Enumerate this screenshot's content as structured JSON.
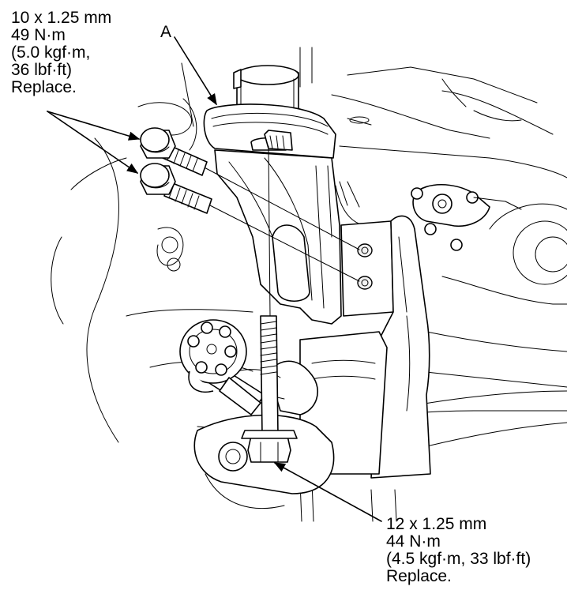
{
  "callouts": {
    "upper_bolts": {
      "lines": [
        "10 x 1.25 mm",
        "49 N·m",
        "(5.0 kgf·m,",
        "36 lbf·ft)",
        "Replace."
      ]
    },
    "part_a": {
      "label": "A"
    },
    "lower_bolt": {
      "lines": [
        "12 x 1.25 mm",
        "44 N·m",
        "(4.5 kgf·m, 33 lbf·ft)",
        "Replace."
      ]
    }
  },
  "icons": {
    "upper_bolt": "flange-bolt-icon",
    "lower_bolt": "flange-bolt-icon",
    "bracket": "sensor-bracket-icon"
  }
}
